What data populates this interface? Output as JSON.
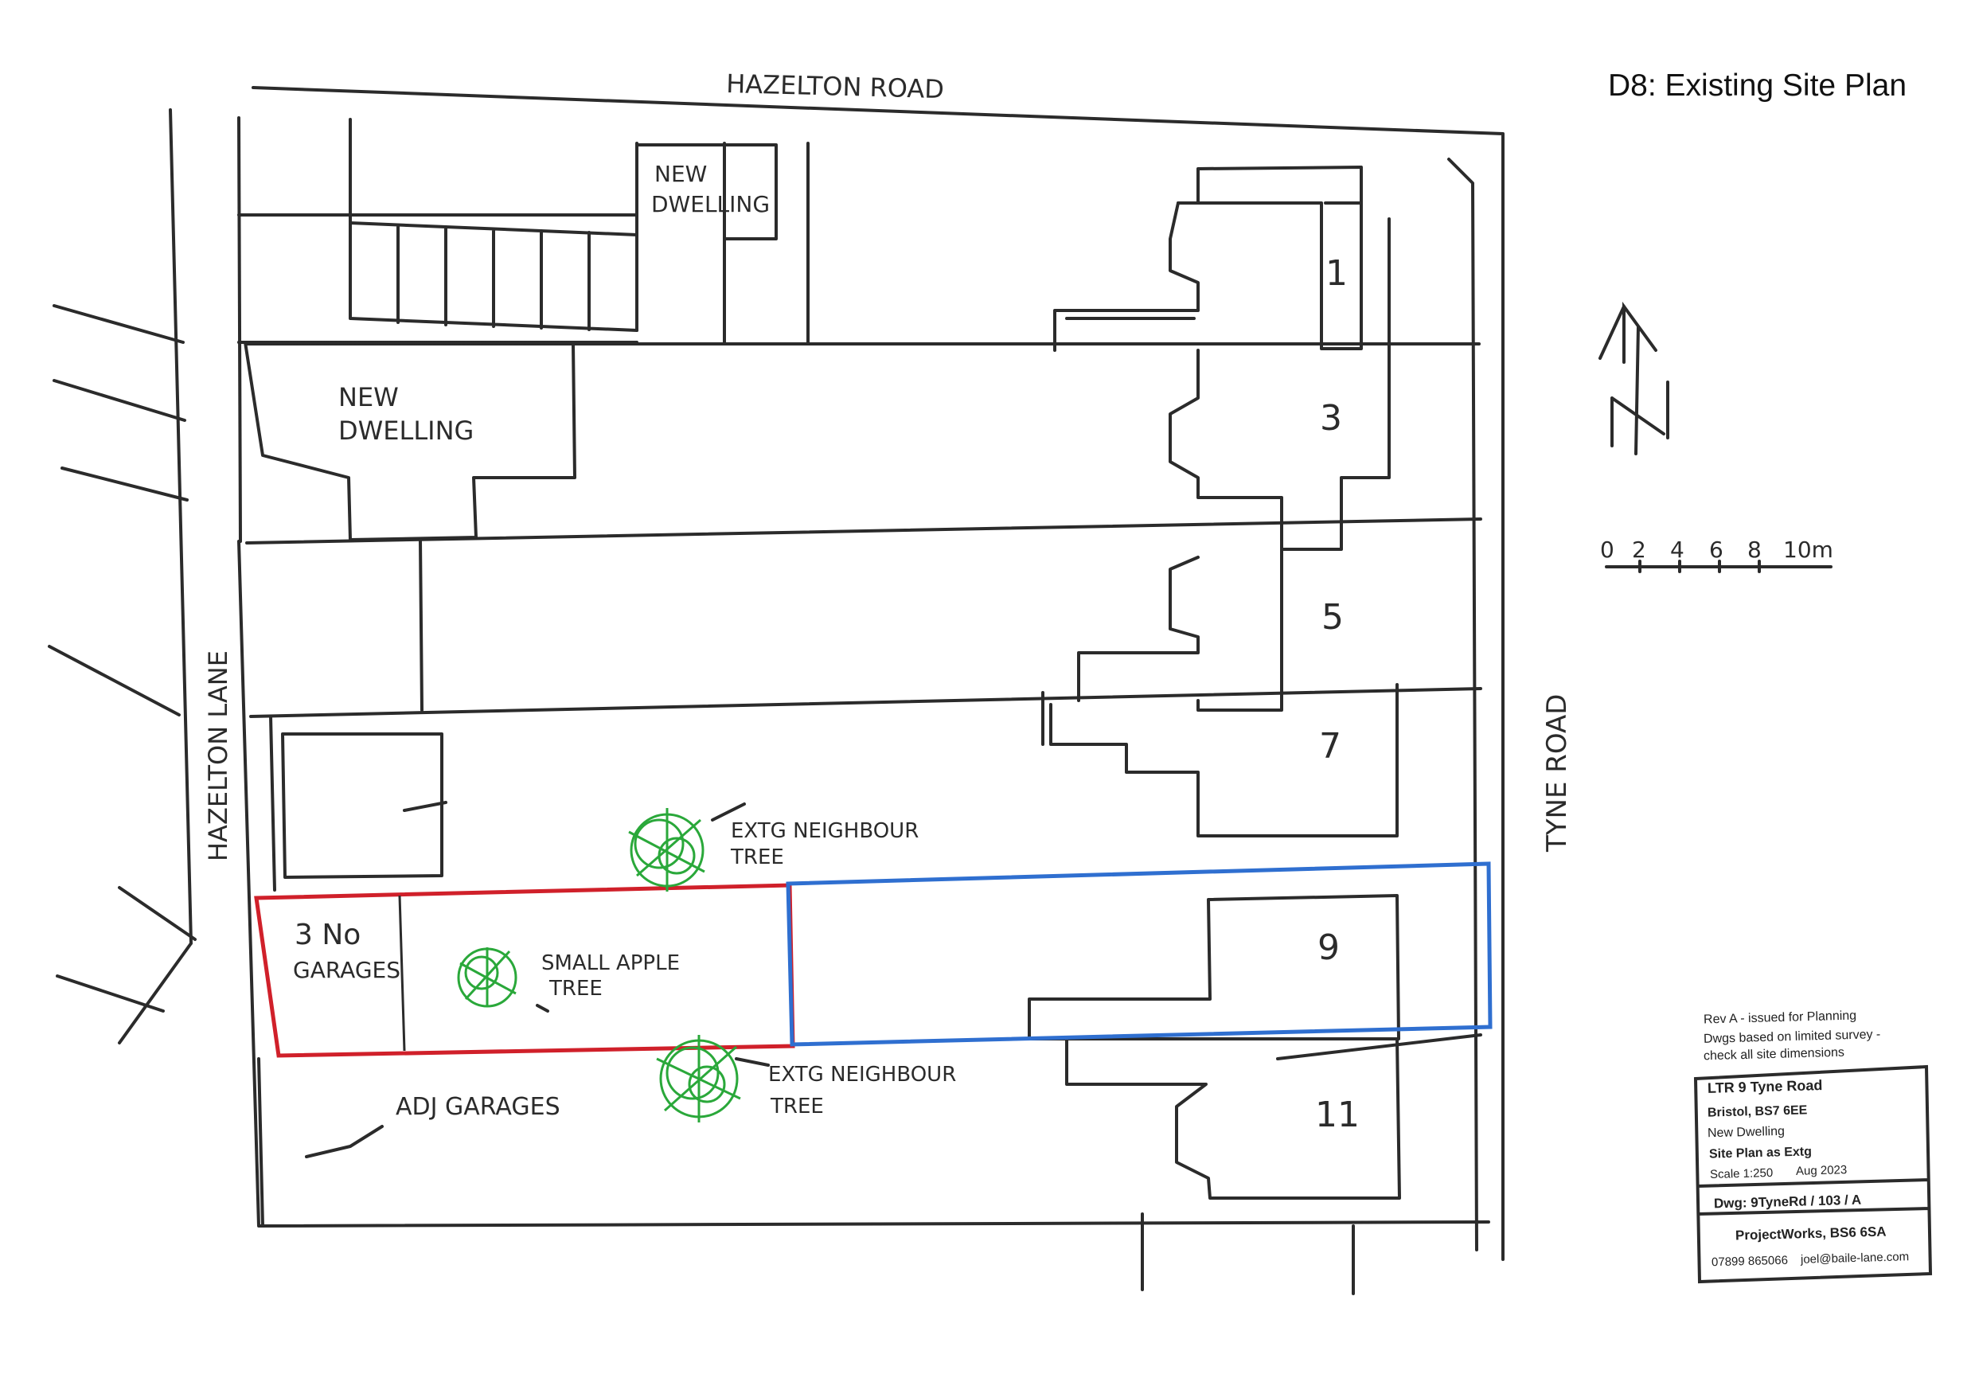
{
  "title": "D8: Existing Site Plan",
  "roads": {
    "north": "HAZELTON ROAD",
    "west": "HAZELTON LANE",
    "east": "TYNE ROAD"
  },
  "labels": {
    "new_dwelling_top": [
      "NEW",
      "DWELLING"
    ],
    "new_dwelling_left": [
      "NEW",
      "DWELLING"
    ],
    "garages": [
      "3 No",
      "GARAGES"
    ],
    "apple_tree": [
      "SMALL APPLE",
      "TREE"
    ],
    "neighbour_tree_top": [
      "EXTG NEIGHBOUR",
      "TREE"
    ],
    "neighbour_tree_bottom": [
      "EXTG NEIGHBOUR",
      "TREE"
    ],
    "adj_garages": "ADJ GARAGES"
  },
  "house_numbers": [
    "1",
    "3",
    "5",
    "7",
    "9",
    "11"
  ],
  "north_arrow": "N",
  "scale_bar": {
    "ticks": [
      "0",
      "2",
      "4",
      "6",
      "8",
      "10m"
    ]
  },
  "title_block": {
    "rev": "Rev A - issued for Planning",
    "note_line1": "Dwgs based on limited survey -",
    "note_line2": "check all site dimensions",
    "project": "LTR 9 Tyne Road",
    "address": "Bristol, BS7 6EE",
    "desc": "New Dwelling",
    "sheet": "Site Plan as Extg",
    "scale": "Scale 1:250",
    "date": "Aug 2023",
    "dwg": "Dwg: 9TyneRd / 103 / A",
    "company": "ProjectWorks, BS6 6SA",
    "phone": "07899 865066",
    "email": "joel@baile-lane.com"
  },
  "colors": {
    "ink": "#2b2b2b",
    "site_boundary": "#d0202a",
    "ownership_boundary": "#2f6fd0",
    "tree": "#2aa83a"
  }
}
